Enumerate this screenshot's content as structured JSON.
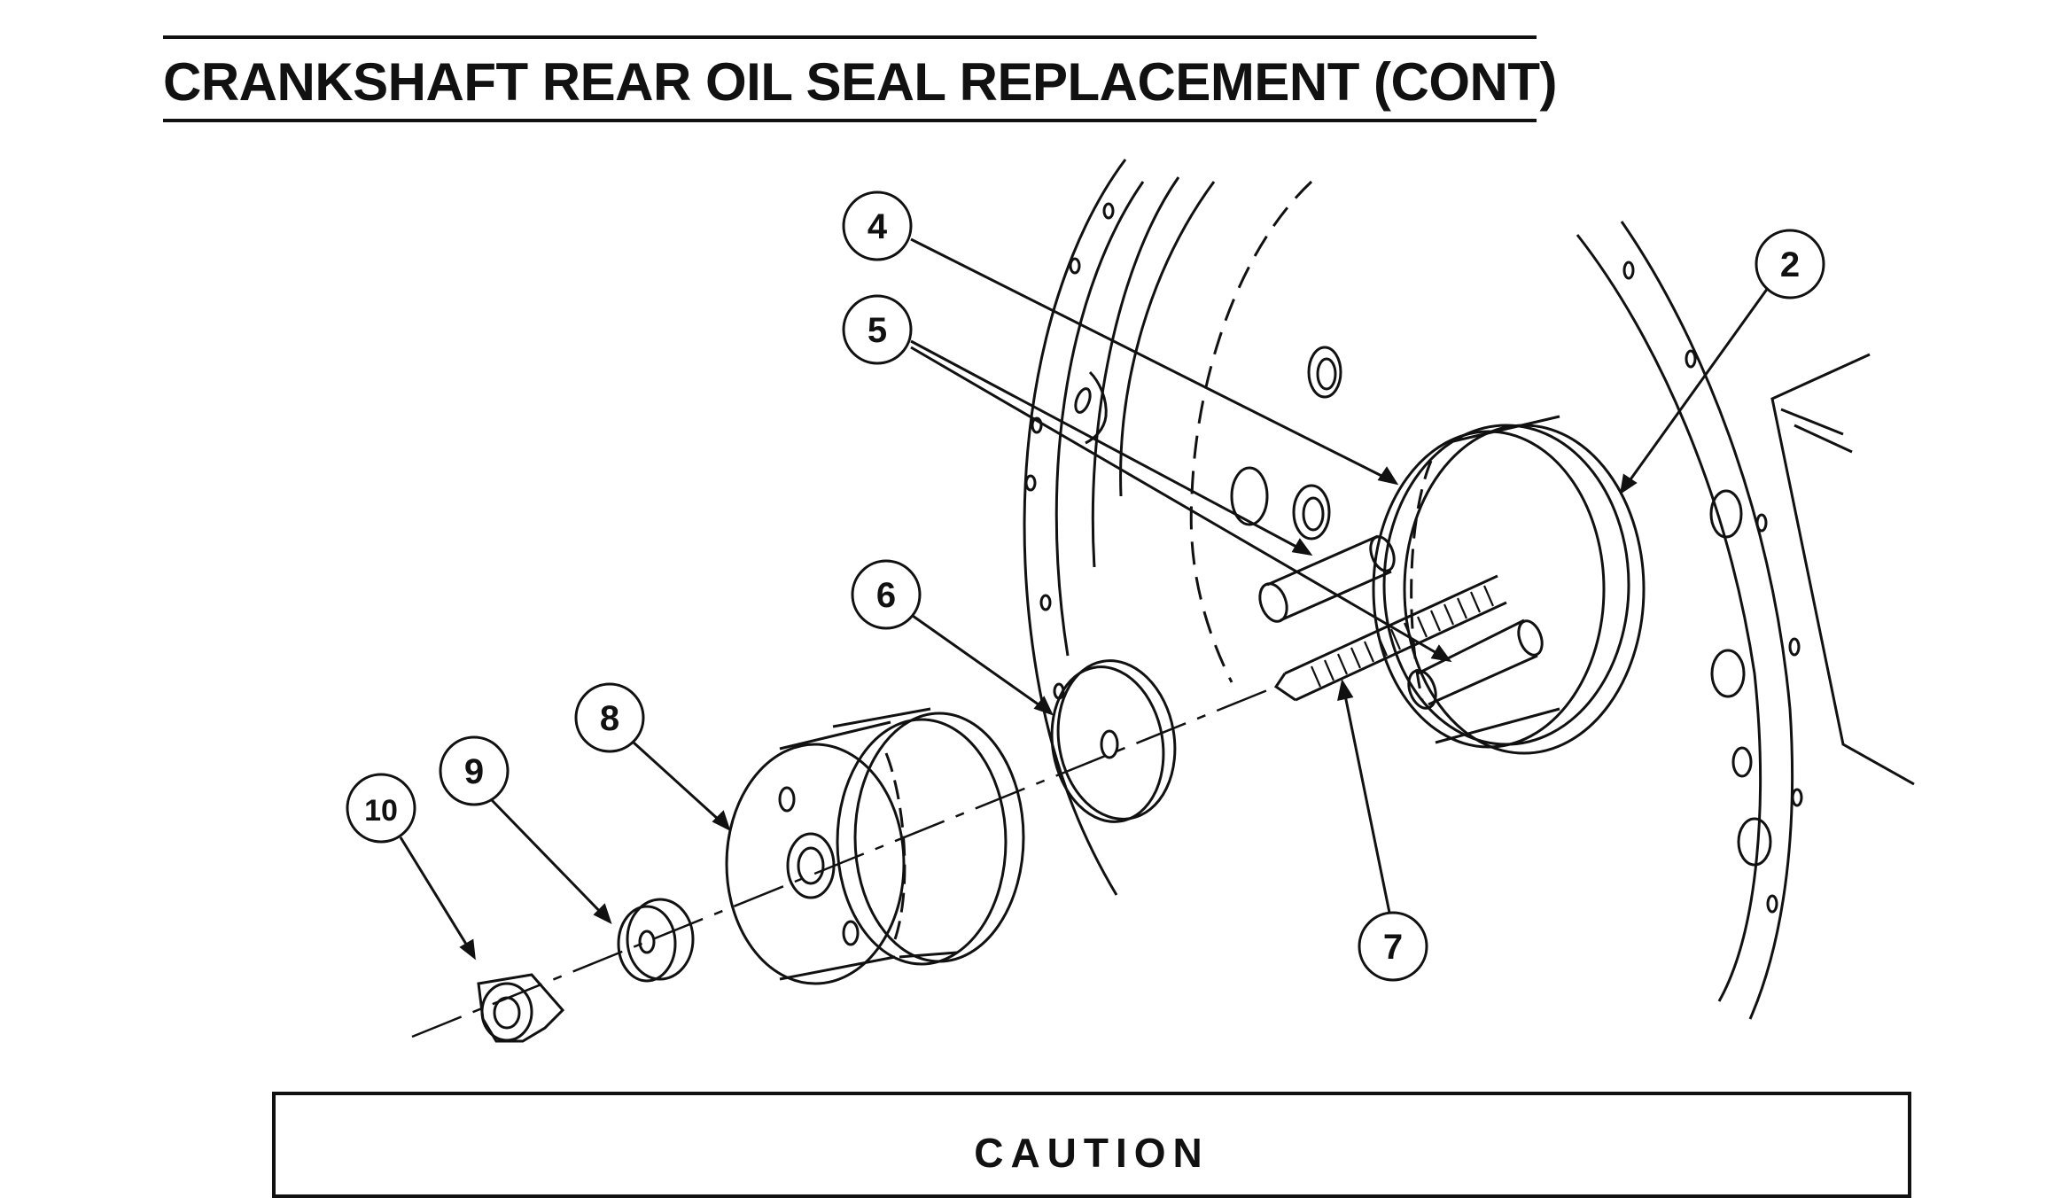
{
  "page": {
    "title": "CRANKSHAFT REAR OIL SEAL REPLACEMENT (CONT)"
  },
  "figure": {
    "callouts": [
      "4",
      "2",
      "5",
      "6",
      "8",
      "9",
      "10",
      "7"
    ]
  },
  "caution": {
    "label": "CAUTION"
  },
  "colors": {
    "ink": "#111111",
    "paper": "#ffffff"
  }
}
